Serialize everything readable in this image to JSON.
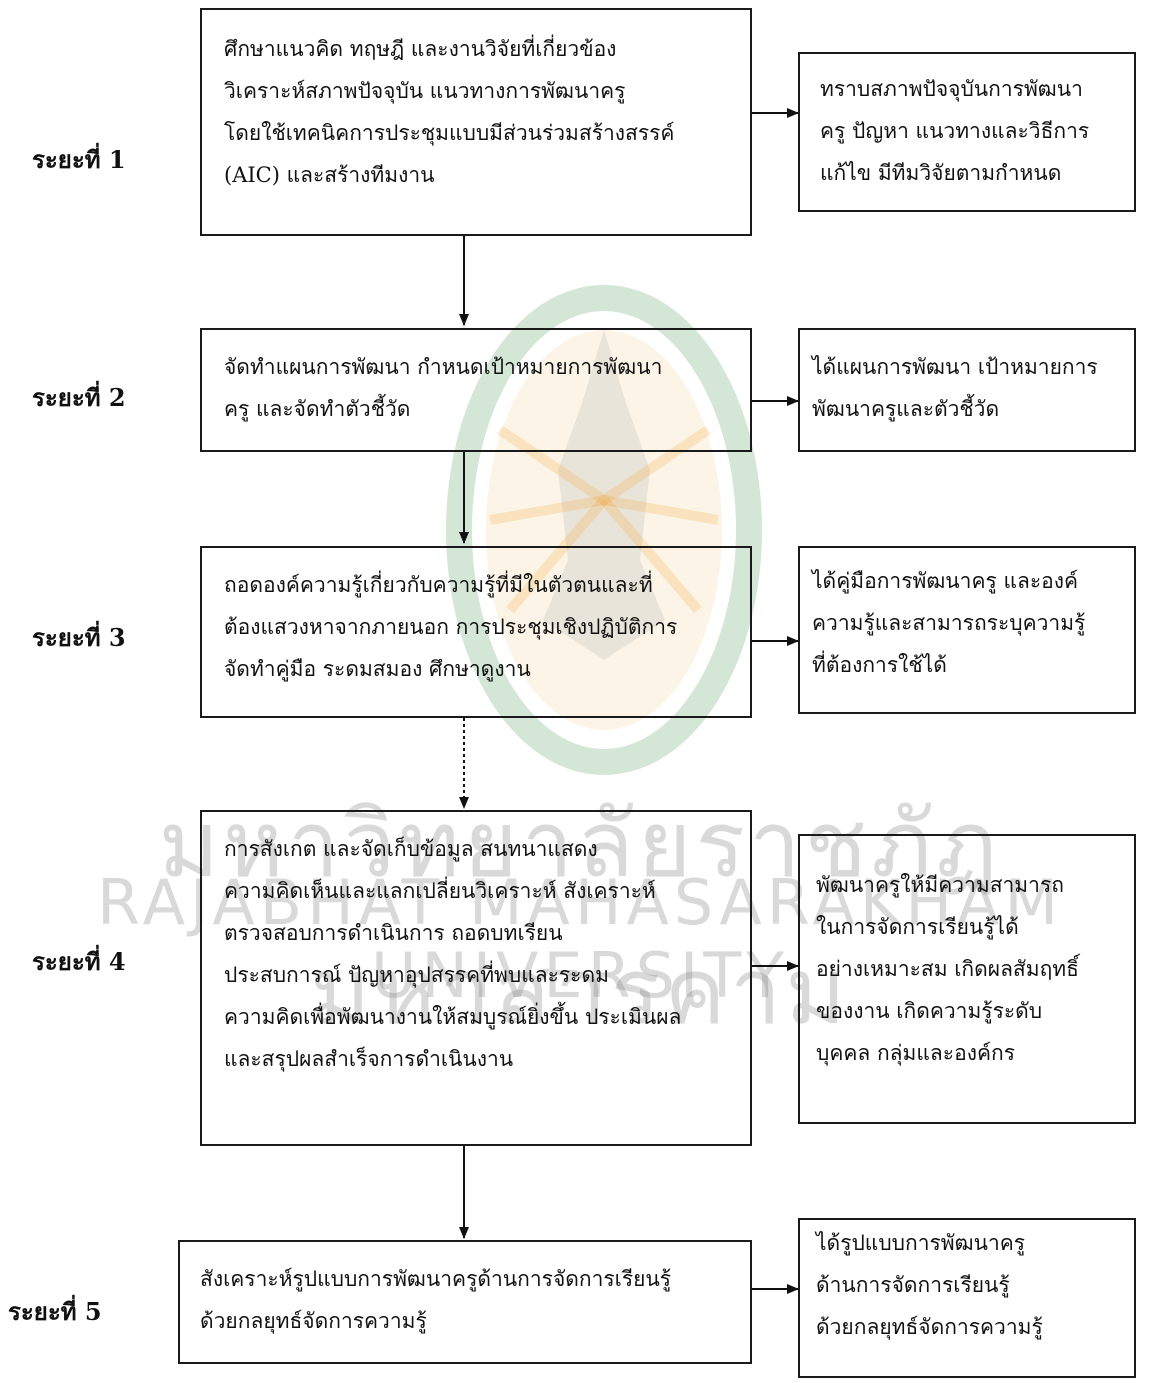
{
  "watermark": {
    "thai": "มหาวิทยาลัยราชภัฏมหาสารคาม",
    "english": "RAJABHAT MAHASARAKHAM UNIVERSITY"
  },
  "phases": [
    {
      "label": "ระยะที่ 1",
      "process": "ศึกษาแนวคิด ทฤษฎี และงานวิจัยที่เกี่ยวข้อง\nวิเคราะห์สภาพปัจจุบัน แนวทางการพัฒนาครู\nโดยใช้เทคนิคการประชุมแบบมีส่วนร่วมสร้างสรรค์\n(AIC) และสร้างทีมงาน",
      "result": "ทราบสภาพปัจจุบันการพัฒนา\nครู ปัญหา แนวทางและวิธีการ\nแก้ไข มีทีมวิจัยตามกำหนด"
    },
    {
      "label": "ระยะที่ 2",
      "process": "จัดทำแผนการพัฒนา กำหนดเป้าหมายการพัฒนา\nครู และจัดทำตัวชี้วัด",
      "result": "ได้แผนการพัฒนา เป้าหมายการ\nพัฒนาครูและตัวชี้วัด"
    },
    {
      "label": "ระยะที่ 3",
      "process": "ถอดองค์ความรู้เกี่ยวกับความรู้ที่มีในตัวตนและที่\nต้องแสวงหาจากภายนอก การประชุมเชิงปฏิบัติการ\nจัดทำคู่มือ ระดมสมอง ศึกษาดูงาน",
      "result": "ได้คู่มือการพัฒนาครู และองค์\nความรู้และสามารถระบุความรู้\nที่ต้องการใช้ได้"
    },
    {
      "label": "ระยะที่ 4",
      "process": "การสังเกต และจัดเก็บข้อมูล สนทนาแสดง\nความคิดเห็นและแลกเปลี่ยนวิเคราะห์ สังเคราะห์\nตรวจสอบการดำเนินการ ถอดบทเรียน\nประสบการณ์ ปัญหาอุปสรรคที่พบและระดม\nความคิดเพื่อพัฒนางานให้สมบูรณ์ยิ่งขึ้น ประเมินผล\nและสรุปผลสำเร็จการดำเนินงาน",
      "result": "พัฒนาครูให้มีความสามารถ\nในการจัดการเรียนรู้ได้\nอย่างเหมาะสม เกิดผลสัมฤทธิ์\nของงาน เกิดความรู้ระดับ\nบุคคล กลุ่มและองค์กร"
    },
    {
      "label": "ระยะที่ 5",
      "process": "สังเคราะห์รูปแบบการพัฒนาครูด้านการจัดการเรียนรู้\nด้วยกลยุทธ์จัดการความรู้",
      "result": "ได้รูปแบบการพัฒนาครู\nด้านการจัดการเรียนรู้\nด้วยกลยุทธ์จัดการความรู้"
    }
  ]
}
